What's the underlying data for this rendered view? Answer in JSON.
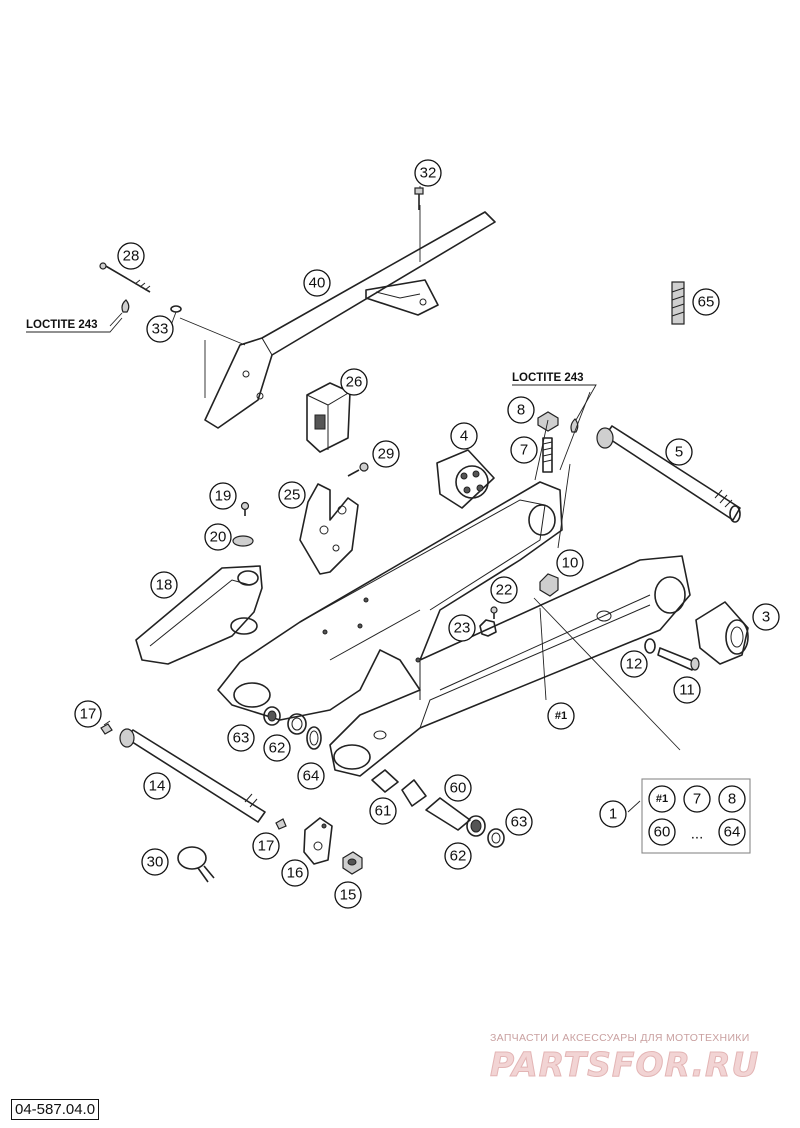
{
  "callouts": [
    {
      "id": "c32",
      "label": "32"
    },
    {
      "id": "c28",
      "label": "28"
    },
    {
      "id": "c40",
      "label": "40"
    },
    {
      "id": "c33",
      "label": "33"
    },
    {
      "id": "c65",
      "label": "65"
    },
    {
      "id": "c26",
      "label": "26"
    },
    {
      "id": "c8",
      "label": "8"
    },
    {
      "id": "c4",
      "label": "4"
    },
    {
      "id": "c7",
      "label": "7"
    },
    {
      "id": "c5",
      "label": "5"
    },
    {
      "id": "c29",
      "label": "29"
    },
    {
      "id": "c19",
      "label": "19"
    },
    {
      "id": "c25",
      "label": "25"
    },
    {
      "id": "c20",
      "label": "20"
    },
    {
      "id": "c10",
      "label": "10"
    },
    {
      "id": "c18",
      "label": "18"
    },
    {
      "id": "c22",
      "label": "22"
    },
    {
      "id": "c3",
      "label": "3"
    },
    {
      "id": "c23",
      "label": "23"
    },
    {
      "id": "c12",
      "label": "12"
    },
    {
      "id": "c11",
      "label": "11"
    },
    {
      "id": "c1frame",
      "label": "#1"
    },
    {
      "id": "c17a",
      "label": "17"
    },
    {
      "id": "c63a",
      "label": "63"
    },
    {
      "id": "c62a",
      "label": "62"
    },
    {
      "id": "c64",
      "label": "64"
    },
    {
      "id": "c14",
      "label": "14"
    },
    {
      "id": "c60",
      "label": "60"
    },
    {
      "id": "c61",
      "label": "61"
    },
    {
      "id": "c63b",
      "label": "63"
    },
    {
      "id": "c1",
      "label": "1"
    },
    {
      "id": "c17b",
      "label": "17"
    },
    {
      "id": "c62b",
      "label": "62"
    },
    {
      "id": "c30",
      "label": "30"
    },
    {
      "id": "c16",
      "label": "16"
    },
    {
      "id": "c15",
      "label": "15"
    }
  ],
  "loctite": {
    "left": "LOCTITE 243",
    "right": "LOCTITE 243"
  },
  "kit": {
    "items": [
      "#1",
      "7",
      "8",
      "60"
    ],
    "ellipsis": "...",
    "last": "64"
  },
  "watermark": {
    "line1": "ЗАПЧАСТИ И АКСЕССУАРЫ ДЛЯ МОТОТЕХНИКИ",
    "logo": "PARTSFOR.RU"
  },
  "doc_code": "04-587.04.0"
}
